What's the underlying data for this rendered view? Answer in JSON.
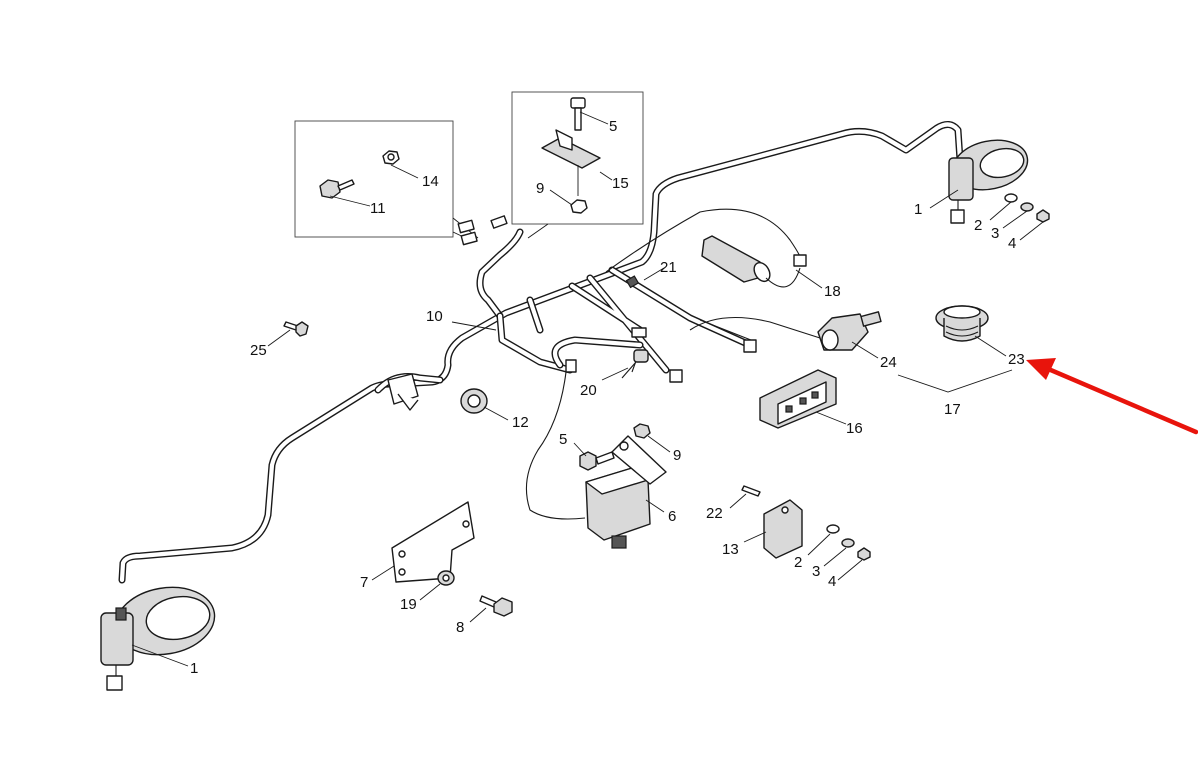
{
  "callouts": {
    "c1a": "1",
    "c1b": "1",
    "c2a": "2",
    "c2b": "2",
    "c3a": "3",
    "c3b": "3",
    "c4a": "4",
    "c4b": "4",
    "c5a": "5",
    "c5b": "5",
    "c6": "6",
    "c7": "7",
    "c8": "8",
    "c9a": "9",
    "c9b": "9",
    "c10": "10",
    "c11": "11",
    "c12": "12",
    "c13": "13",
    "c14": "14",
    "c15": "15",
    "c16": "16",
    "c17": "17",
    "c18": "18",
    "c19": "19",
    "c20": "20",
    "c21": "21",
    "c22": "22",
    "c23": "23",
    "c24": "24",
    "c25": "25"
  },
  "colors": {
    "line": "#1a1a1a",
    "part_fill": "#d9d9d9",
    "arrow": "#e8140c"
  },
  "highlight": {
    "target_part": "23",
    "marker": "red-arrow"
  }
}
